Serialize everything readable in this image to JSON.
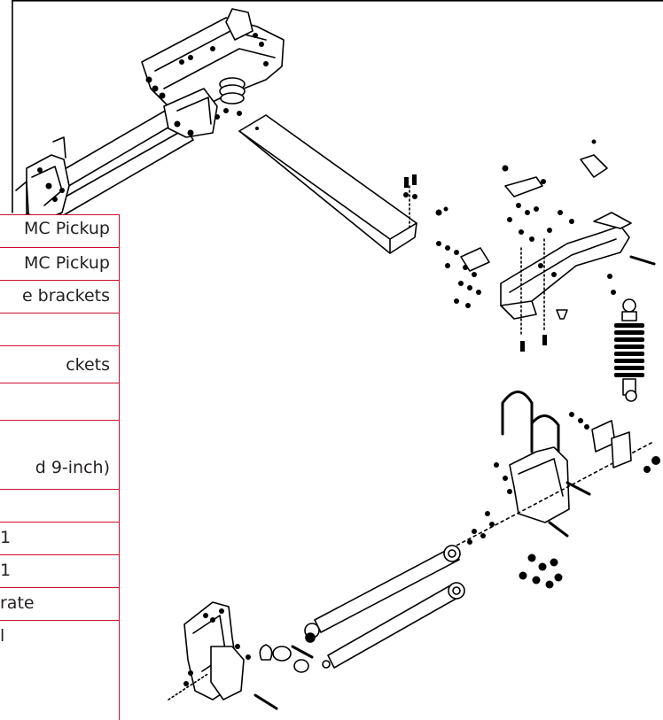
{
  "parts_table": {
    "rows": [
      "MC Pickup",
      "MC Pickup",
      "e brackets",
      "",
      "ckets",
      "",
      "d 9-inch)",
      "",
      "1",
      " 1",
      " rate",
      "l"
    ]
  },
  "colors": {
    "line": "#000000",
    "table_border": "#c8102e",
    "background": "#ffffff",
    "text": "#231f20"
  }
}
